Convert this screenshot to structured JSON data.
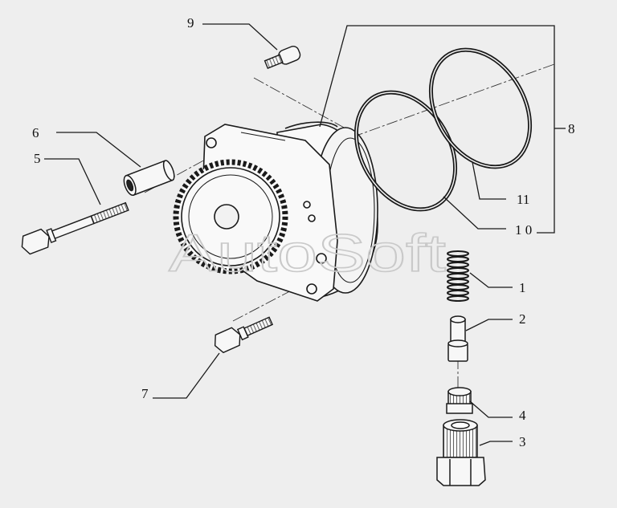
{
  "watermark": "AutoSoft",
  "callouts": {
    "p1": "1",
    "p2": "2",
    "p3": "3",
    "p4": "4",
    "p5": "5",
    "p6": "6",
    "p7": "7",
    "p8": "8",
    "p9": "9",
    "p10": "1 0",
    "p11": "11"
  },
  "colors": {
    "line": "#1a1a1a",
    "background": "#eeeeee",
    "watermark": "#c9c9c9"
  }
}
